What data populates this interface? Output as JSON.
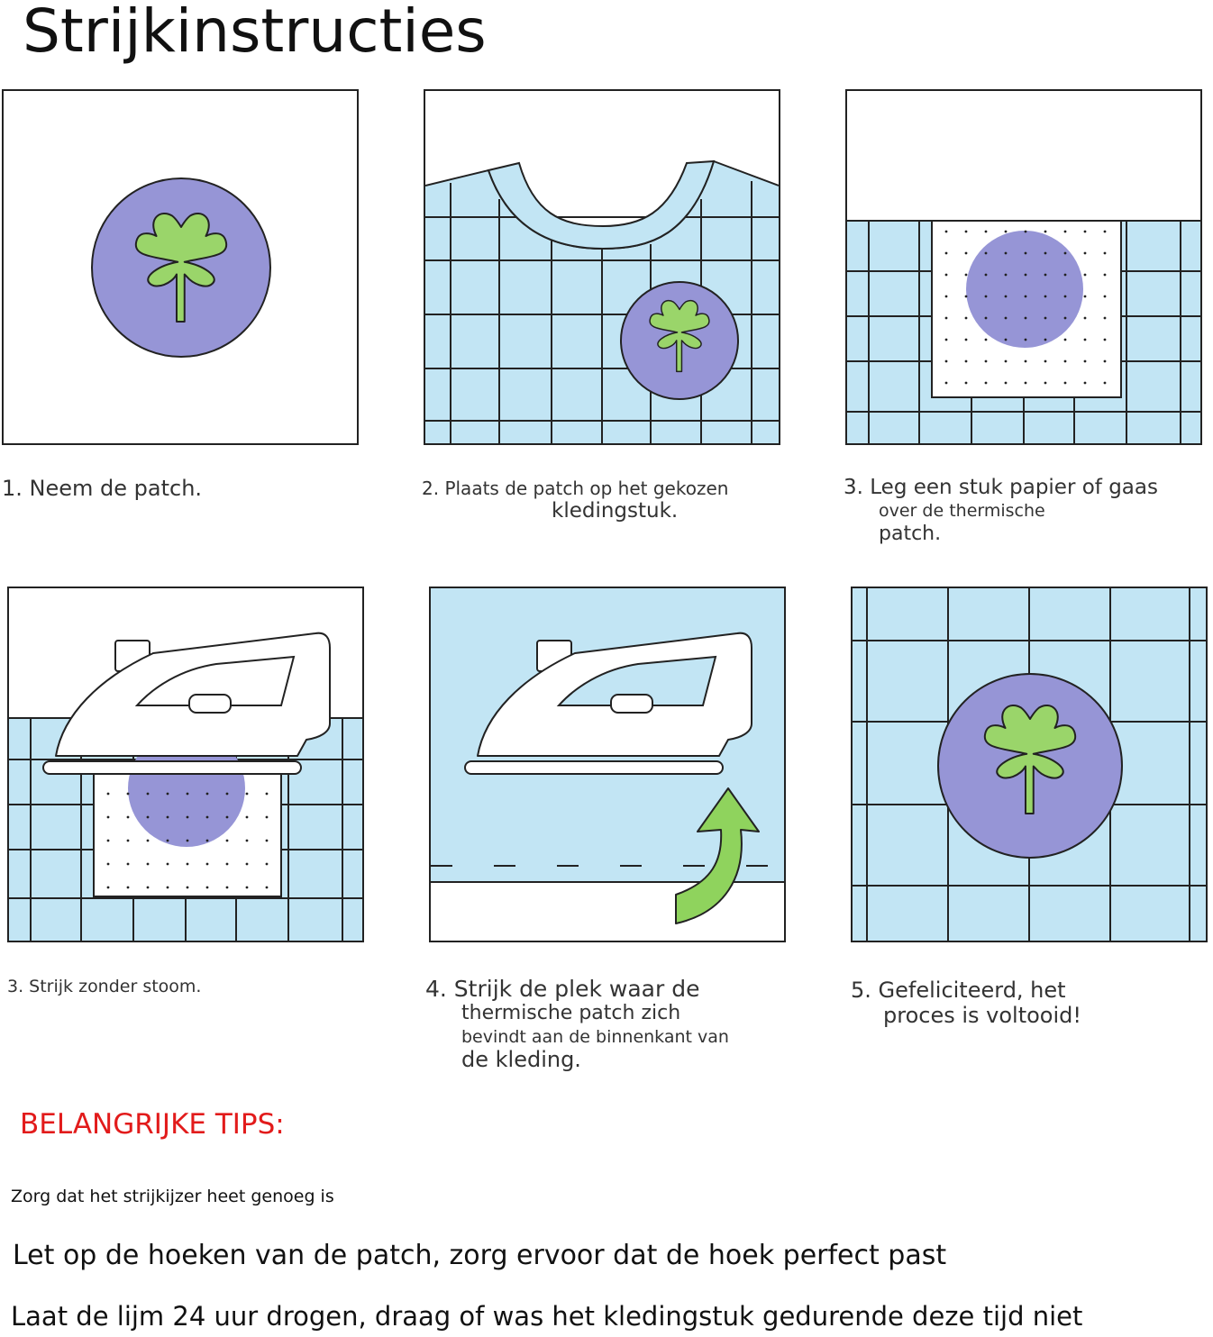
{
  "title": "Strijkinstructies",
  "colors": {
    "fabric": "#c2e5f4",
    "patch_purple": "#9695d6",
    "clover_green": "#9ad56a",
    "arrow_green": "#8fd35d",
    "tips_red": "#e21b1b",
    "line": "#222222"
  },
  "steps": [
    {
      "lines": [
        "1. Neem de patch."
      ]
    },
    {
      "lines": [
        "2. Plaats de patch op het gekozen",
        "kledingstuk."
      ]
    },
    {
      "lines": [
        "3. Leg een stuk papier of gaas",
        "over de thermische",
        "patch."
      ]
    },
    {
      "lines": [
        "3. Strijk zonder stoom."
      ]
    },
    {
      "lines": [
        "4. Strijk de plek waar de",
        "thermische patch zich",
        "bevindt aan de binnenkant van",
        "de kleding."
      ]
    },
    {
      "lines": [
        "5. Gefeliciteerd, het",
        "proces is voltooid!"
      ]
    }
  ],
  "tips": {
    "heading": "BELANGRIJKE TIPS:",
    "items": [
      "Zorg dat het strijkijzer heet genoeg is",
      "Let op de hoeken van de patch, zorg ervoor dat de hoek perfect past",
      "Laat de lijm 24 uur drogen, draag of was het kledingstuk gedurende deze tijd niet"
    ]
  }
}
